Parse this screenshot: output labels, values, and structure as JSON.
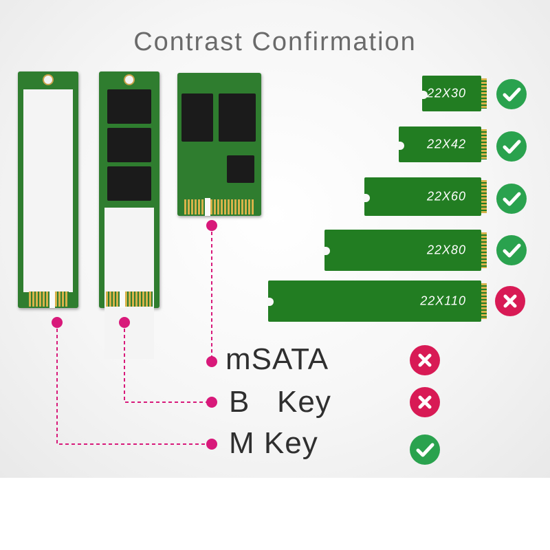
{
  "title": "Contrast Confirmation",
  "sizes": [
    {
      "label": "22X30",
      "supported": true
    },
    {
      "label": "22X42",
      "supported": true
    },
    {
      "label": "22X60",
      "supported": true
    },
    {
      "label": "22X80",
      "supported": true
    },
    {
      "label": "22X110",
      "supported": false
    }
  ],
  "interfaces": [
    {
      "label": "mSATA",
      "supported": false
    },
    {
      "label": "B   Key",
      "supported": false
    },
    {
      "label": "M Key",
      "supported": true
    }
  ],
  "colors": {
    "board_green": "#227d22",
    "check_green": "#2aa24e",
    "cross_red": "#d81a55",
    "connector_magenta": "#d8197a"
  }
}
